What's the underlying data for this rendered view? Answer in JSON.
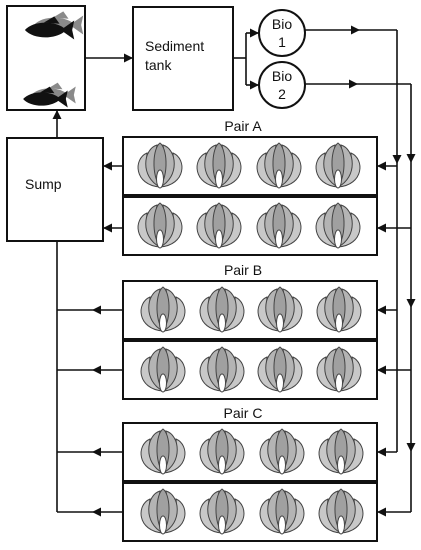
{
  "labels": {
    "sediment_line1": "Sediment",
    "sediment_line2": "tank",
    "bio1_line1": "Bio",
    "bio1_line2": "1",
    "bio2_line1": "Bio",
    "bio2_line2": "2",
    "sump": "Sump",
    "pair_a": "Pair A",
    "pair_b": "Pair B",
    "pair_c": "Pair C"
  },
  "components": {
    "fish_tank": {
      "fish_icons": [
        "fish-icon",
        "fish-icon"
      ]
    },
    "bed_pairs": [
      {
        "name_key": "pair_a",
        "beds": 2,
        "plants_per_bed": 4
      },
      {
        "name_key": "pair_b",
        "beds": 2,
        "plants_per_bed": 4
      },
      {
        "name_key": "pair_c",
        "beds": 2,
        "plants_per_bed": 4
      }
    ]
  },
  "colors": {
    "line": "#111111",
    "plant_fill": "#c8c8c8",
    "plant_stroke": "#444444",
    "fish_dark": "#111111",
    "fish_shadow": "#8a8a8a"
  }
}
